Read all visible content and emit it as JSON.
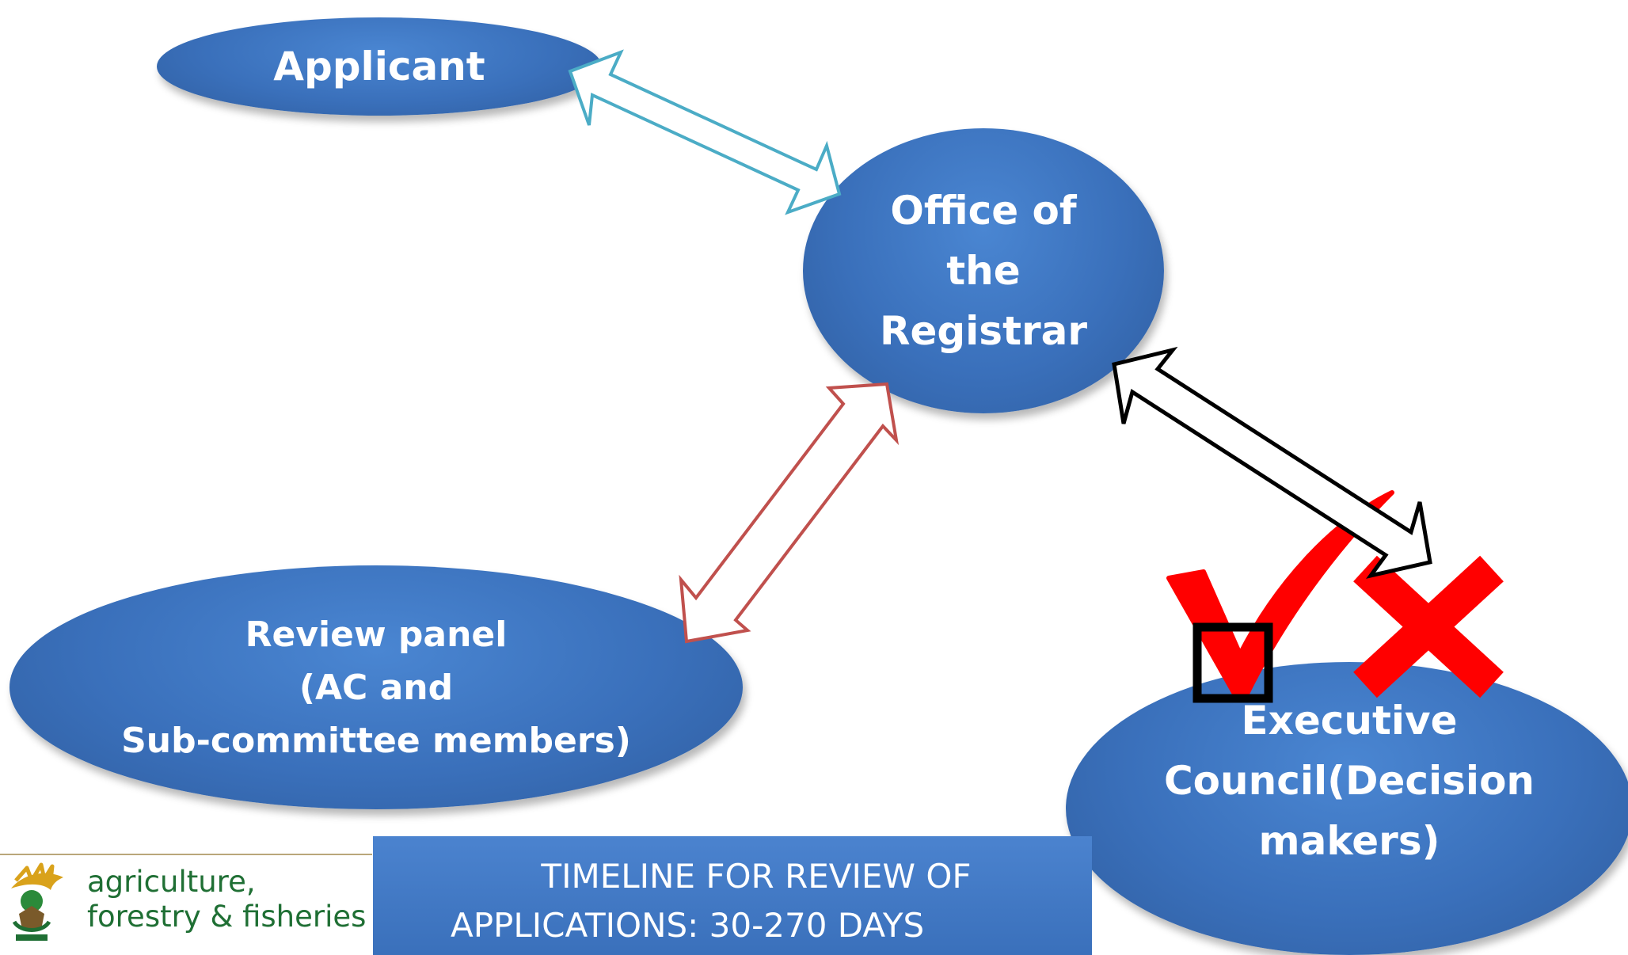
{
  "nodes": {
    "applicant": "Applicant",
    "registrar": "Office of\nthe\nRegistrar",
    "review_panel": "Review panel\n(AC and\nSub-committee members)",
    "executive_council": "Executive\nCouncil(Decision\nmakers)"
  },
  "timeline": {
    "line1": "TIMELINE FOR  REVIEW OF",
    "line2": "APPLICATIONS: 30-270 DAYS"
  },
  "logo": {
    "text": "agriculture,\nforestry & fisheries"
  },
  "colors": {
    "node_fill": "#3a70bb",
    "arrow_applicant_registrar": "#4bacc6",
    "arrow_review_registrar": "#c0504d",
    "arrow_registrar_executive": "#000000",
    "checkmark": "#ff0000",
    "cross": "#ff0000",
    "logo_text": "#1f6f34"
  },
  "icons": {
    "approve": "checkmark-icon",
    "reject": "cross-icon",
    "checkbox": "checkbox-icon"
  }
}
